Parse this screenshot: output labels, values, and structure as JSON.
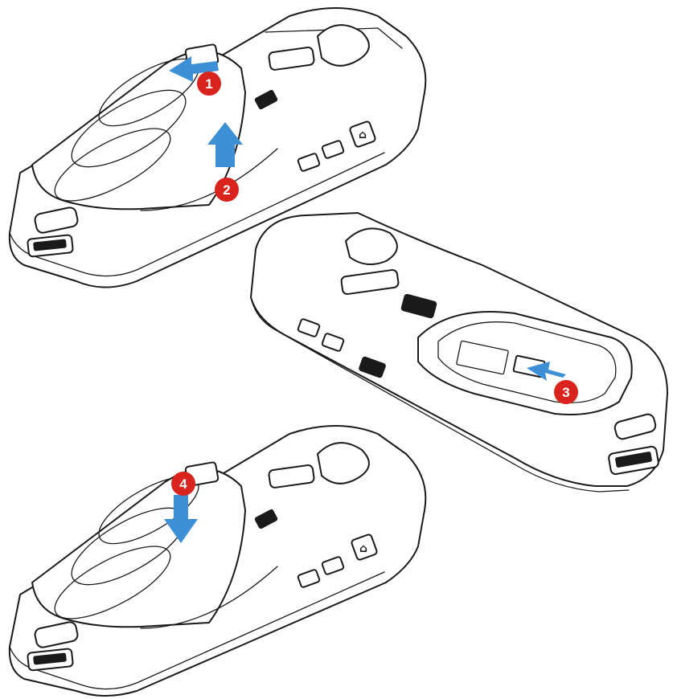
{
  "figure": {
    "colors": {
      "line": "#1a1a1a",
      "body": "#ffffff",
      "arrow": "#3d8fd6",
      "badge": "#d9231d",
      "badge_text": "#ffffff"
    },
    "steps": [
      {
        "label": "1",
        "action": "slide-latch"
      },
      {
        "label": "2",
        "action": "lift-cover"
      },
      {
        "label": "3",
        "action": "insert-sim-card"
      },
      {
        "label": "4",
        "action": "press-cover-down"
      }
    ]
  }
}
